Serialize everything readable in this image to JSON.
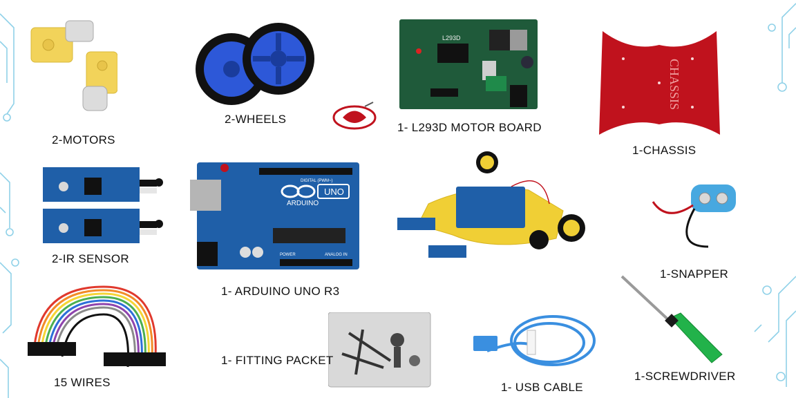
{
  "colors": {
    "motor_yellow": "#f2d35a",
    "wheel_blue": "#2d58d8",
    "board_green": "#1f5a3a",
    "arduino_blue": "#1f5fa8",
    "chassis_red": "#c0121d",
    "circuit_line": "#8fd1e8"
  },
  "items": [
    {
      "label": "2-MOTORS",
      "icon": "dc-motor-icon"
    },
    {
      "label": "2-WHEELS",
      "icon": "wheel-icon"
    },
    {
      "label": "1- L293D MOTOR BOARD",
      "icon": "motor-driver-board-icon"
    },
    {
      "label": "1-CHASSIS",
      "icon": "chassis-icon"
    },
    {
      "label": "2-IR SENSOR",
      "icon": "ir-sensor-icon"
    },
    {
      "label": "1- ARDUINO UNO R3",
      "icon": "arduino-board-icon"
    },
    {
      "label": "1-SNAPPER",
      "icon": "battery-snapper-icon"
    },
    {
      "label": "15 WIRES",
      "icon": "jumper-wires-icon"
    },
    {
      "label": "1- FITTING PACKET",
      "icon": "fitting-packet-icon"
    },
    {
      "label": "1- USB CABLE",
      "icon": "usb-cable-icon"
    },
    {
      "label": "1-SCREWDRIVER",
      "icon": "screwdriver-icon"
    }
  ],
  "images": {
    "robot_car": "assembled-robot-car-icon",
    "logo": "logo-icon"
  },
  "arduino_text": {
    "brand": "ARDUINO",
    "model": "UNO",
    "digital": "DIGITAL (PWM~)",
    "power": "POWER",
    "analog": "ANALOG IN"
  },
  "chassis_text": "CHASSIS",
  "motor_board_text": "L293D"
}
